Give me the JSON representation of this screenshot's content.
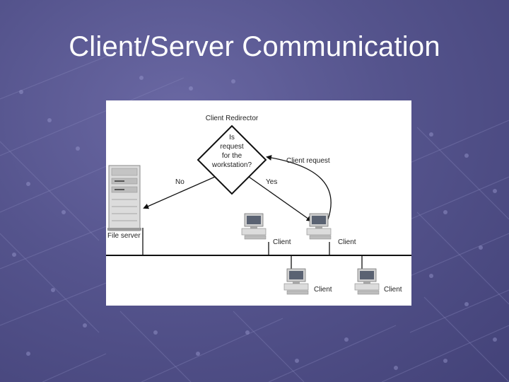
{
  "slide": {
    "title": "Client/Server Communication"
  },
  "diagram": {
    "redirector_label": "Client Redirector",
    "decision_text": [
      "Is",
      "request",
      "for the",
      "workstation?"
    ],
    "branch_no": "No",
    "branch_yes": "Yes",
    "client_request_label": "Client request",
    "file_server_label": "File server",
    "client_labels": [
      "Client",
      "Client",
      "Client",
      "Client"
    ]
  }
}
